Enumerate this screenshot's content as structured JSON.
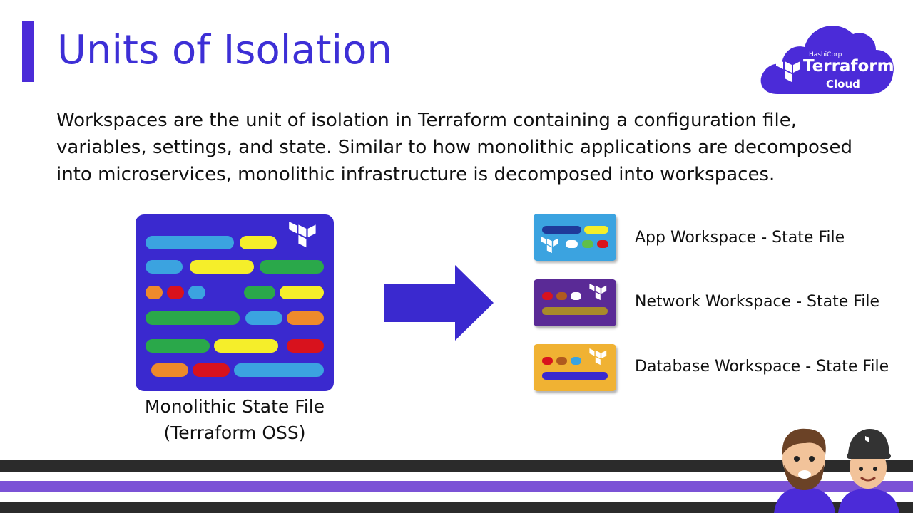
{
  "slide": {
    "title": "Units of Isolation",
    "description": "Workspaces are the unit of isolation in Terraform containing a configuration file, variables, settings, and state. Similar to how monolithic applications are decomposed into microservices, monolithic infrastructure is decomposed into workspaces."
  },
  "logo": {
    "company": "HashiCorp",
    "product": "Terraform",
    "edition": "Cloud"
  },
  "monolith": {
    "caption_line1": "Monolithic State File",
    "caption_line2": "(Terraform OSS)"
  },
  "workspaces": [
    {
      "label": "App Workspace - State File",
      "color": "#3ba3e0"
    },
    {
      "label": "Network Workspace - State File",
      "color": "#5a2a96"
    },
    {
      "label": "Database Workspace - State File",
      "color": "#f0b233"
    }
  ],
  "colors": {
    "accent": "#3d2fd6",
    "stripe_purple": "#7b52d6",
    "stripe_dark": "#2b2b2b"
  },
  "icons": [
    "terraform-logo-icon",
    "arrow-right-icon",
    "cloud-icon"
  ]
}
